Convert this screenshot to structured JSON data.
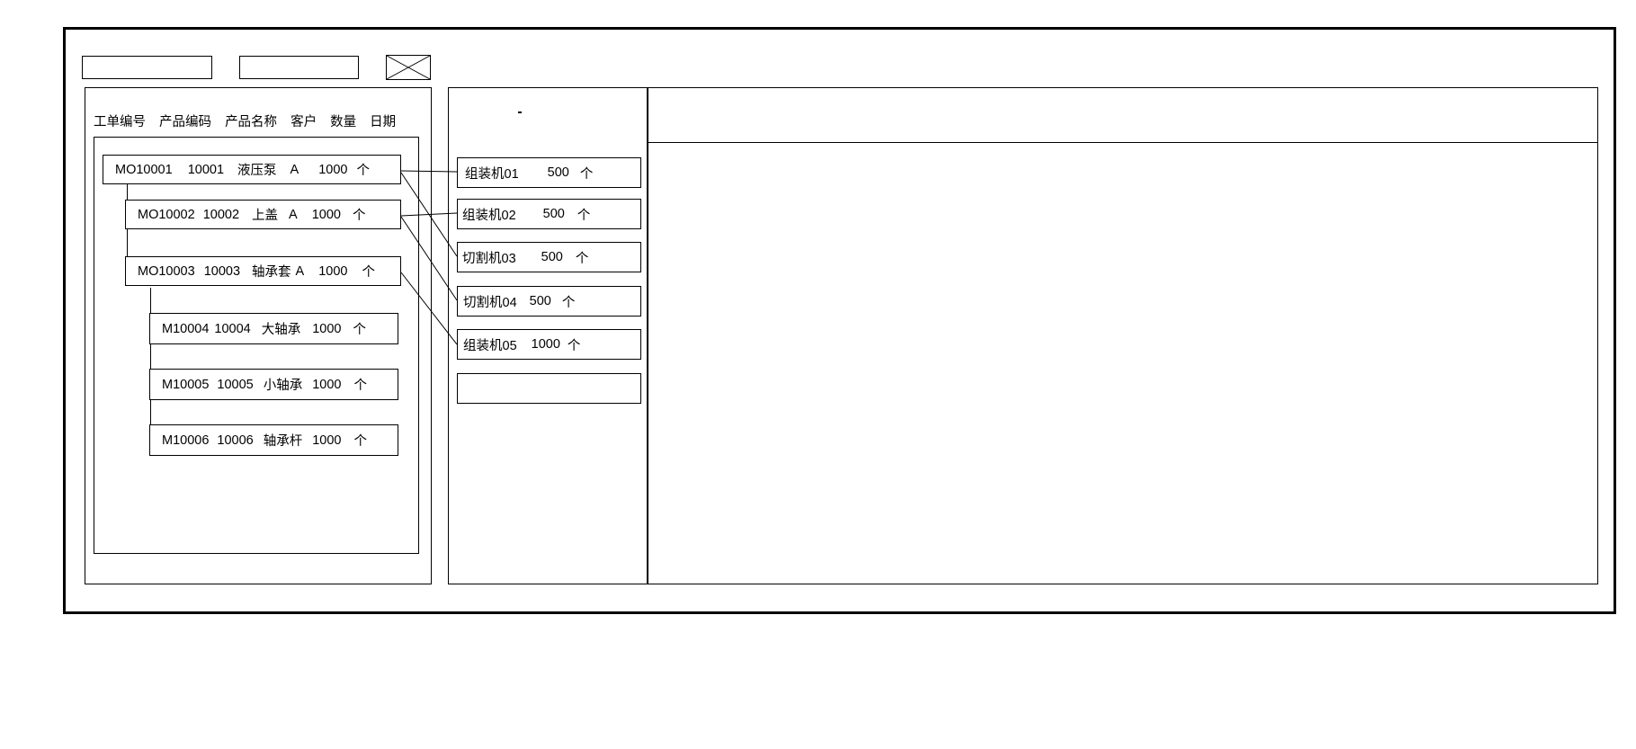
{
  "window": {
    "title": ""
  },
  "toolbar": {
    "field1_value": "",
    "field2_value": "",
    "icon_label": ""
  },
  "left_panel": {
    "columns": [
      "工单编号",
      "产品编码",
      "产品名称",
      "客户",
      "数量",
      "日期"
    ],
    "rows": [
      {
        "level": 0,
        "order_no": "MO10001",
        "product_code": "10001",
        "product_name": "液压泵",
        "customer": "A",
        "quantity": "1000",
        "unit": "个"
      },
      {
        "level": 1,
        "order_no": "MO10002",
        "product_code": "10002",
        "product_name": "上盖",
        "customer": "A",
        "quantity": "1000",
        "unit": "个"
      },
      {
        "level": 1,
        "order_no": "MO10003",
        "product_code": "10003",
        "product_name": "轴承套",
        "customer": "A",
        "quantity": "1000",
        "unit": "个"
      },
      {
        "level": 2,
        "order_no": "M10004",
        "product_code": "10004",
        "product_name": "大轴承",
        "customer": "",
        "quantity": "1000",
        "unit": "个"
      },
      {
        "level": 2,
        "order_no": "M10005",
        "product_code": "10005",
        "product_name": "小轴承",
        "customer": "",
        "quantity": "1000",
        "unit": "个"
      },
      {
        "level": 2,
        "order_no": "M10006",
        "product_code": "10006",
        "product_name": "轴承杆",
        "customer": "",
        "quantity": "1000",
        "unit": "个"
      }
    ]
  },
  "middle_panel": {
    "operations": [
      {
        "machine": "组装机01",
        "quantity": "500",
        "unit": "个"
      },
      {
        "machine": "组装机02",
        "quantity": "500",
        "unit": "个"
      },
      {
        "machine": "切割机03",
        "quantity": "500",
        "unit": "个"
      },
      {
        "machine": "切割机04",
        "quantity": "500",
        "unit": "个"
      },
      {
        "machine": "组装机05",
        "quantity": "1000",
        "unit": "个"
      },
      {
        "machine": "",
        "quantity": "",
        "unit": ""
      }
    ]
  },
  "right_panel": {
    "header_text": "",
    "body_text": ""
  },
  "colors": {
    "stroke": "#000000",
    "background": "#ffffff"
  }
}
